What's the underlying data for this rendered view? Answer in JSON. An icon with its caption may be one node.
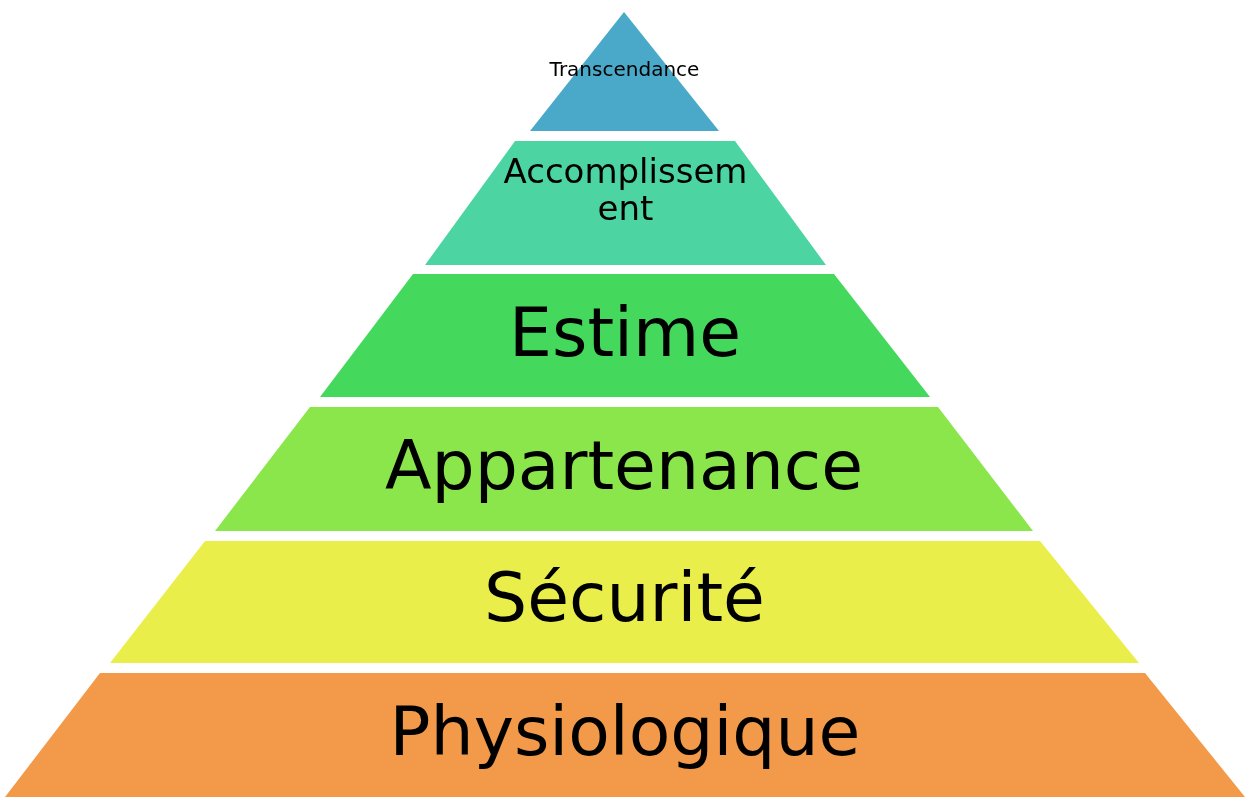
{
  "diagram": {
    "nodes": [
      {
        "text": [
          "Transcendance"
        ]
      },
      {
        "text": [
          "Accomplissement"
        ]
      },
      {
        "text": [
          "Estime"
        ]
      },
      {
        "text": [
          "Appartenance"
        ]
      },
      {
        "text": [
          "Sécurité"
        ]
      },
      {
        "text": [
          "Physiologique"
        ]
      }
    ]
  }
}
